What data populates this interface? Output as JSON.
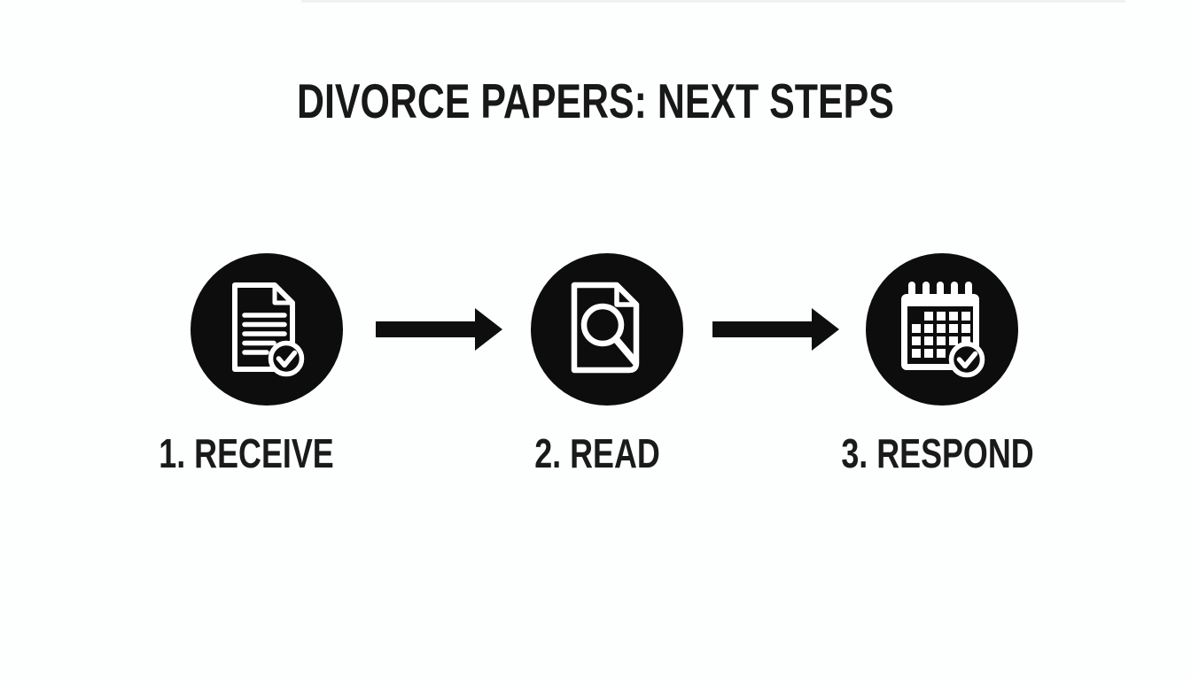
{
  "title": "DIVORCE PAPERS: NEXT STEPS",
  "steps": [
    {
      "label": "1. RECEIVE",
      "icon": "document-check-icon"
    },
    {
      "label": "2. READ",
      "icon": "document-search-icon"
    },
    {
      "label": "3. RESPOND",
      "icon": "calendar-check-icon"
    }
  ],
  "colors": {
    "background": "#fdfefe",
    "circle": "#0d0d0d",
    "icon": "#ffffff",
    "arrow": "#0e0e0e",
    "text": "#1a1a1a"
  }
}
